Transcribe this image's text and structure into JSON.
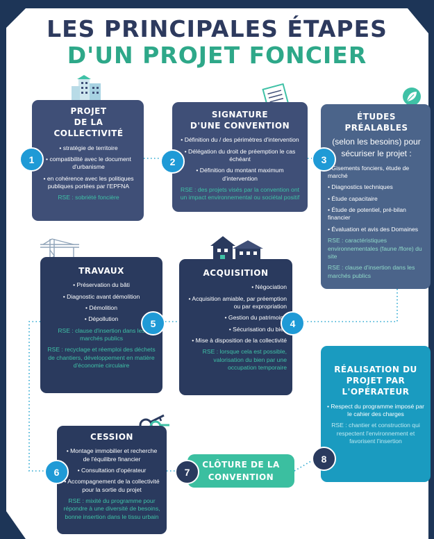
{
  "title": {
    "line1": "LES PRINCIPALES ÉTAPES",
    "line2": "D'UN PROJET FONCIER"
  },
  "colors": {
    "navy": "#2d3a5e",
    "teal_green": "#2ea889",
    "step_blue": "#1f9ad6",
    "rse_green": "#3fc1a6"
  },
  "steps": {
    "s1": {
      "number": "1",
      "title1": "PROJET",
      "title2": "DE LA COLLECTIVITÉ",
      "items": [
        "stratégie de territoire",
        "compatibilité avec le document d'urbanisme",
        "en cohérence avec les politiques publiques portées par l'EPFNA"
      ],
      "rse": "RSE : sobriété foncière"
    },
    "s2": {
      "number": "2",
      "title1": "SIGNATURE",
      "title2": "D'UNE CONVENTION",
      "items": [
        "Définition du / des périmètres d'intervention",
        "Délégation du droit de préemption le cas échéant",
        "Définition du montant maximum d'intervention"
      ],
      "rse": "RSE : des projets visés par la convention ont un impact environnemental ou sociétal positif"
    },
    "s3": {
      "number": "3",
      "title1": "ÉTUDES PRÉALABLES",
      "subtitle": "(selon les besoins) pour sécuriser le projet :",
      "items": [
        "Gisements fonciers, étude de marché",
        "Diagnostics techniques",
        "Étude capacitaire",
        "Étude de potentiel, pré-bilan financier",
        "Évaluation et avis des Domaines"
      ],
      "rse1": "RSE : caractéristiques environnementales (faune /flore) du site",
      "rse2": "RSE : clause d'insertion dans les marchés publics"
    },
    "s4": {
      "number": "4",
      "title1": "ACQUISITION",
      "items": [
        "Négociation",
        "Acquisition amiable, par préemption ou par expropriation",
        "Gestion du patrimoine",
        "Sécurisation du bien",
        "Mise à disposition de la collectivité"
      ],
      "rse": "RSE : lorsque cela est possible, valorisation du bien par une occupation temporaire"
    },
    "s5": {
      "number": "5",
      "title1": "TRAVAUX",
      "items": [
        "Préservation du bâti",
        "Diagnostic avant démolition",
        "Démolition",
        "Dépollution"
      ],
      "rse1": "RSE : clause d'insertion dans les marchés publics",
      "rse2": "RSE : recyclage et réemploi des déchets de chantiers, développement en matière d'économie circulaire"
    },
    "s6": {
      "number": "6",
      "title1": "CESSION",
      "items": [
        "Montage immobilier et recherche de l'équilibre financier",
        "Consultation d'opérateur",
        "Accompagnement de la collectivité pour la sortie du projet"
      ],
      "rse": "RSE : mixité du programme pour répondre à une diversité de besoins, bonne insertion dans le tissu urbain"
    },
    "s7": {
      "number": "7",
      "title1": "CLÔTURE DE LA",
      "title2": "CONVENTION"
    },
    "s8": {
      "number": "8",
      "title1": "RÉALISATION DU",
      "title2": "PROJET PAR",
      "title3": "L'OPÉRATEUR",
      "items": [
        "Respect du programme imposé par le cahier des charges"
      ],
      "rse": "RSE : chantier et construction qui respectent l'environnement et favorisent l'insertion"
    }
  },
  "icons": {
    "s1": "city-building-icon",
    "s2": "signed-document-icon",
    "s3": "leaf-icon",
    "s4": "houses-icon",
    "s5": "crane-icon",
    "s6": "keys-icon"
  }
}
